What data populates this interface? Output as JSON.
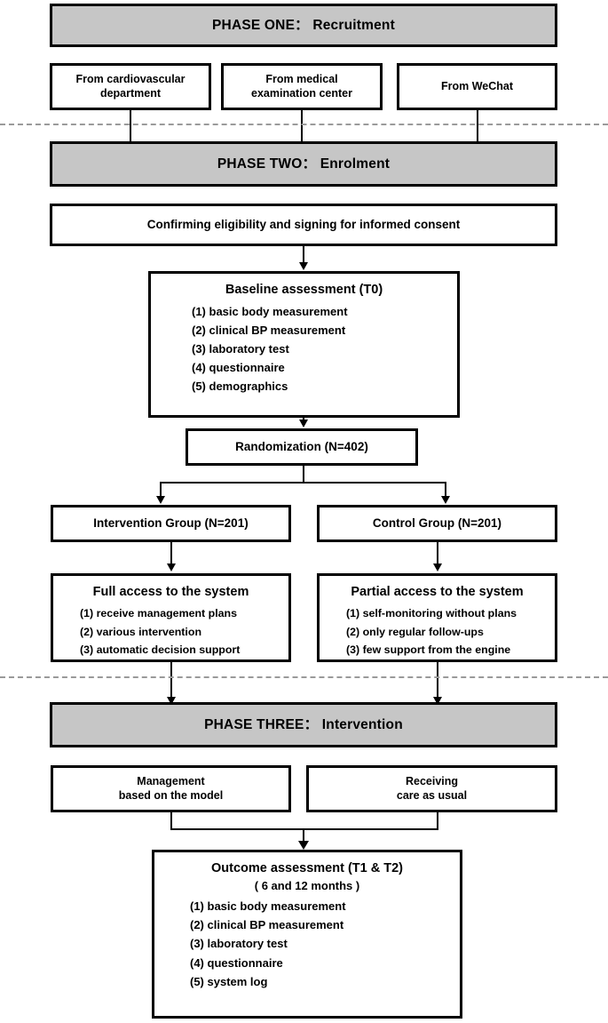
{
  "diagram": {
    "title": "Study flow diagram",
    "colors": {
      "phase_fill": "#c6c6c6",
      "box_border": "#000000",
      "box_fill": "#ffffff",
      "separator": "#9a9a9a"
    }
  },
  "phase_one": {
    "banner": "PHASE ONE： Recruitment",
    "sources": [
      {
        "line1": "From cardiovascular",
        "line2": "department"
      },
      {
        "line1": "From medical",
        "line2": "examination center"
      },
      {
        "line1": "From WeChat",
        "line2": ""
      }
    ]
  },
  "phase_two": {
    "banner": "PHASE TWO： Enrolment",
    "consent": "Confirming eligibility and signing for informed consent",
    "baseline": {
      "title": "Baseline assessment (T0)",
      "items": [
        "(1) basic body measurement",
        "(2) clinical BP measurement",
        "(3) laboratory test",
        "(4) questionnaire",
        "(5) demographics"
      ]
    },
    "randomization": "Randomization (N=402)",
    "arms": [
      {
        "group_label": "Intervention Group (N=201)",
        "access_title": "Full access to the system",
        "access_items": [
          "(1) receive management plans",
          "(2) various intervention",
          "(3) automatic decision support"
        ]
      },
      {
        "group_label": "Control Group (N=201)",
        "access_title": "Partial access to the system",
        "access_items": [
          "(1) self-monitoring without plans",
          "(2) only regular follow-ups",
          "(3) few support from the engine"
        ]
      }
    ]
  },
  "phase_three": {
    "banner": "PHASE THREE： Intervention",
    "care": [
      {
        "line1": "Management",
        "line2": "based on the model"
      },
      {
        "line1": "Receiving",
        "line2": "care as usual"
      }
    ],
    "outcome": {
      "title": "Outcome assessment (T1 & T2)",
      "subtitle": "( 6 and 12 months )",
      "items": [
        "(1) basic body measurement",
        "(2) clinical BP measurement",
        "(3) laboratory test",
        "(4) questionnaire",
        "(5) system log"
      ]
    }
  }
}
